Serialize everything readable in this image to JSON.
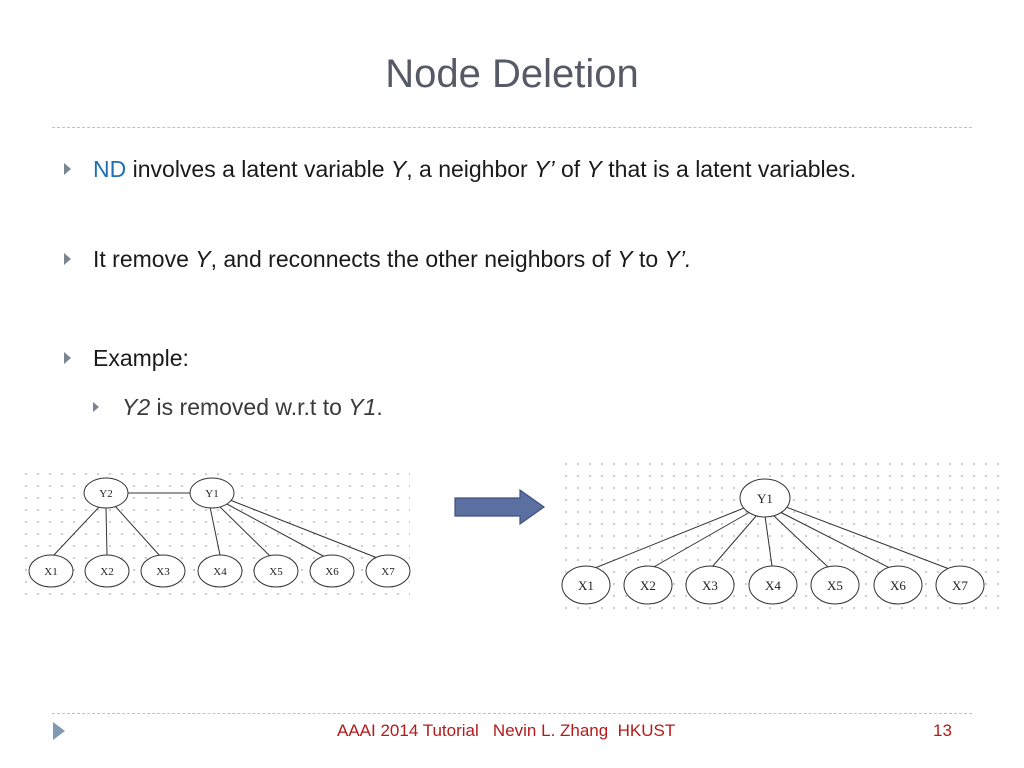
{
  "slide": {
    "title": "Node Deletion",
    "bullets": {
      "b1": {
        "abbr": "ND",
        "t1": " involves a latent variable ",
        "v1": "Y",
        "t2": ", a neighbor ",
        "v2": "Y’",
        "t3": " of ",
        "v3": "Y",
        "t4": " that is a latent variables."
      },
      "b2": {
        "t1": "It remove ",
        "v1": "Y",
        "t2": ", and reconnects the other neighbors of ",
        "v2": "Y",
        "t3": " to ",
        "v3": "Y’."
      },
      "b3": {
        "t1": "Example:"
      },
      "b4": {
        "v1": "Y2",
        "t1": " is removed w.r.t to ",
        "v2": "Y1",
        "t2": "."
      }
    },
    "left_graph": {
      "latents": [
        "Y2",
        "Y1"
      ],
      "leaves": [
        "X1",
        "X2",
        "X3",
        "X4",
        "X5",
        "X6",
        "X7"
      ]
    },
    "right_graph": {
      "latents": [
        "Y1"
      ],
      "leaves": [
        "X1",
        "X2",
        "X3",
        "X4",
        "X5",
        "X6",
        "X7"
      ]
    },
    "arrow_color": "#5b6fa0",
    "footer": {
      "text": "AAAI 2014 Tutorial   Nevin L. Zhang  HKUST",
      "page": "13"
    }
  }
}
